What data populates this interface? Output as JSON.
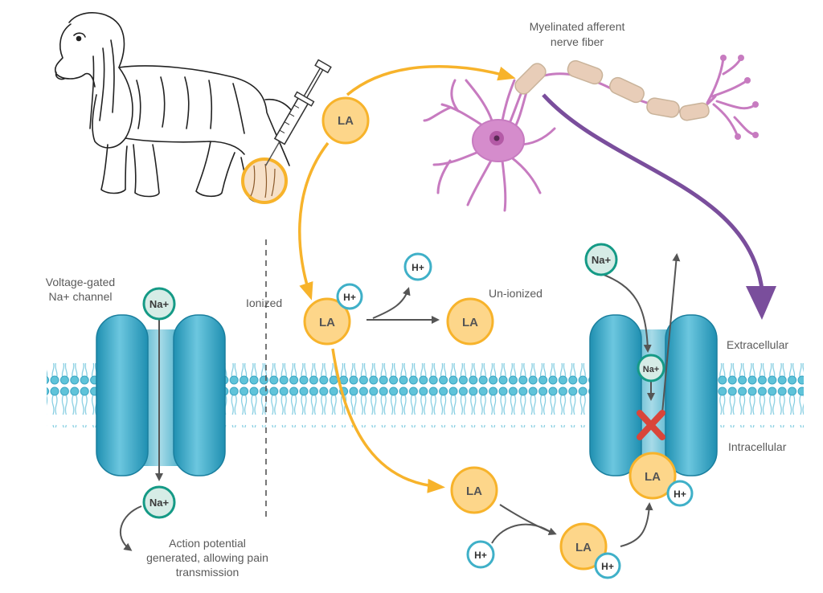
{
  "labels": {
    "nerve_title_1": "Myelinated afferent",
    "nerve_title_2": "nerve fiber",
    "channel_left_1": "Voltage-gated",
    "channel_left_2": "Na+ channel",
    "ionized": "Ionized",
    "unionized": "Un-ionized",
    "extracellular": "Extracellular",
    "intracellular": "Intracellular",
    "action_1": "Action potential",
    "action_2": "generated, allowing pain",
    "action_3": "transmission"
  },
  "molecules": {
    "la": "LA",
    "na": "Na+",
    "h": "H+"
  },
  "colors": {
    "la_fill": "#fdd68a",
    "la_stroke": "#f7b32b",
    "na_fill": "#d6ece6",
    "na_stroke": "#159a86",
    "h_stroke": "#3fb0c8",
    "membrane": "#5fc3d9",
    "channel": "#2e9fbf",
    "neuron": "#c77bc0",
    "purple_arrow": "#7a4e9c",
    "block_x": "#d9453a"
  }
}
